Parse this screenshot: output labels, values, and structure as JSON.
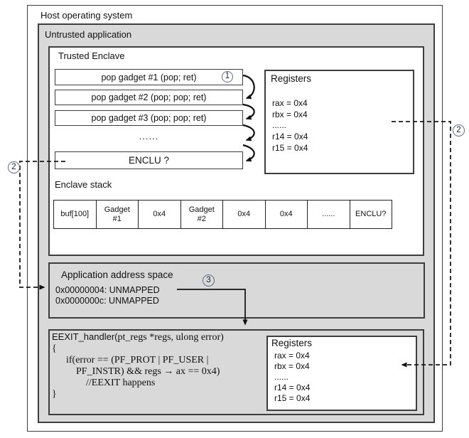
{
  "labels": {
    "host": "Host operating system",
    "untrusted": "Untrusted application",
    "enclave": "Trusted Enclave",
    "enclave_stack": "Enclave stack",
    "app_space": "Application address space"
  },
  "gadgets": {
    "g1": "pop gadget #1 (pop; ret)",
    "g2": "pop gadget #2 (pop; pop; ret)",
    "g3": "pop gadget #3 (pop; pop; ret)",
    "dots": "......",
    "enclu": "ENCLU ?"
  },
  "registers_top": {
    "title": "Registers",
    "rows": [
      "rax = 0x4",
      "rbx = 0x4",
      "......",
      "r14 = 0x4",
      "r15 = 0x4"
    ]
  },
  "registers_bottom": {
    "title": "Registers",
    "rows": [
      "rax = 0x4",
      "rbx = 0x4",
      "......",
      "r14 = 0x4",
      "r15 = 0x4"
    ]
  },
  "stack_table": {
    "cells": [
      "buf[100]",
      "Gadget\n#1",
      "0x4",
      "Gadget\n#2",
      "0x4",
      "0x4",
      "......",
      "ENCLU?"
    ]
  },
  "app_space": {
    "addr1": "0x00000004: UNMAPPED",
    "addr2": "0x0000000c: UNMAPPED"
  },
  "handler": {
    "line1a": "EEXIT_handler(",
    "line1b": "pt_regs *regs, ulong error)",
    "line2": "{",
    "line3": "if(error == (PF_PROT | PF_USER |",
    "line4": "PF_INSTR) && regs → ax == 0x4)",
    "line5": "//EEXIT happens",
    "line6": "}"
  },
  "steps": {
    "s1": "1",
    "s2_left": "2",
    "s2_right": "2",
    "s3": "3"
  },
  "colors": {
    "box_gray": "#d9d9d9",
    "border": "#3d3d3d",
    "circle_stroke": "#5f6f87"
  }
}
